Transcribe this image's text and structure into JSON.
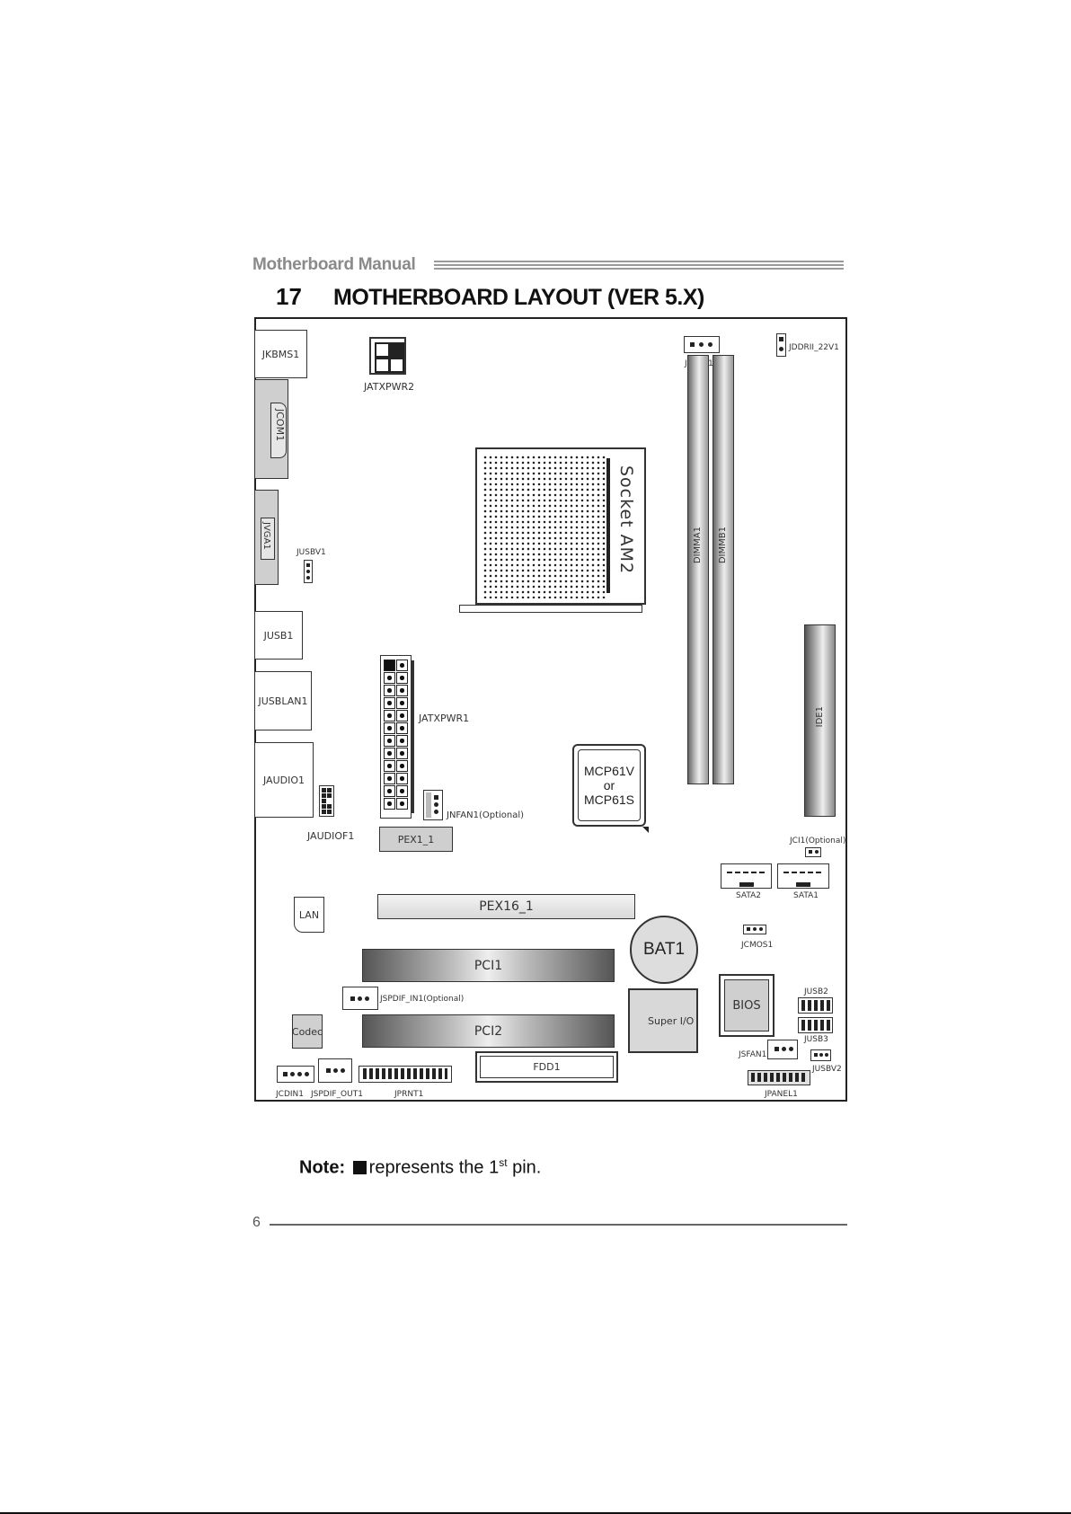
{
  "header": {
    "manual_title": "Motherboard Manual"
  },
  "section": {
    "number": "17",
    "title": "MOTHERBOARD LAYOUT (VER 5.X)"
  },
  "labels": {
    "jkbms1": "JKBMS1",
    "jatxpwr2": "JATXPWR2",
    "jcfan1": "JCFAN1",
    "jddrii_22v1": "JDDRII_22V1",
    "jcom1": "JCOM1",
    "socket": "Socket AM2",
    "jvga1": "JVGA1",
    "jusbv1": "JUSBV1",
    "dimma1": "DIMMA1",
    "dimmb1": "DIMMB1",
    "jusb1": "JUSB1",
    "jusblan1": "JUSBLAN1",
    "jatxpwr1": "JATXPWR1",
    "ide1": "IDE1",
    "jaudio1": "JAUDIO1",
    "mcp_line1": "MCP61V",
    "mcp_line2": "or",
    "mcp_line3": "MCP61S",
    "jnfan1": "JNFAN1(Optional)",
    "jaudiof1": "JAUDIOF1",
    "pex1_1": "PEX1_1",
    "jci1": "JCI1(Optional)",
    "sata2": "SATA2",
    "sata1": "SATA1",
    "lan": "LAN",
    "pex16_1": "PEX16_1",
    "bat1": "BAT1",
    "jcmos1": "JCMOS1",
    "pci1": "PCI1",
    "jspdif_in1": "JSPDIF_IN1(Optional)",
    "bios": "BIOS",
    "jusb2": "JUSB2",
    "codec": "Codec",
    "pci2": "PCI2",
    "super_io": "Super I/O",
    "jusb3": "JUSB3",
    "jsfan1": "JSFAN1",
    "jusbv2": "JUSBV2",
    "fdd1": "FDD1",
    "jcdin1": "JCDIN1",
    "jspdif_out1": "JSPDIF_OUT1",
    "jprnt1": "JPRNT1",
    "jpanel1": "JPANEL1"
  },
  "note": {
    "label": "Note:",
    "text_before": "represents the 1",
    "superscript": "st",
    "text_after": " pin."
  },
  "footer": {
    "page_number": "6"
  }
}
